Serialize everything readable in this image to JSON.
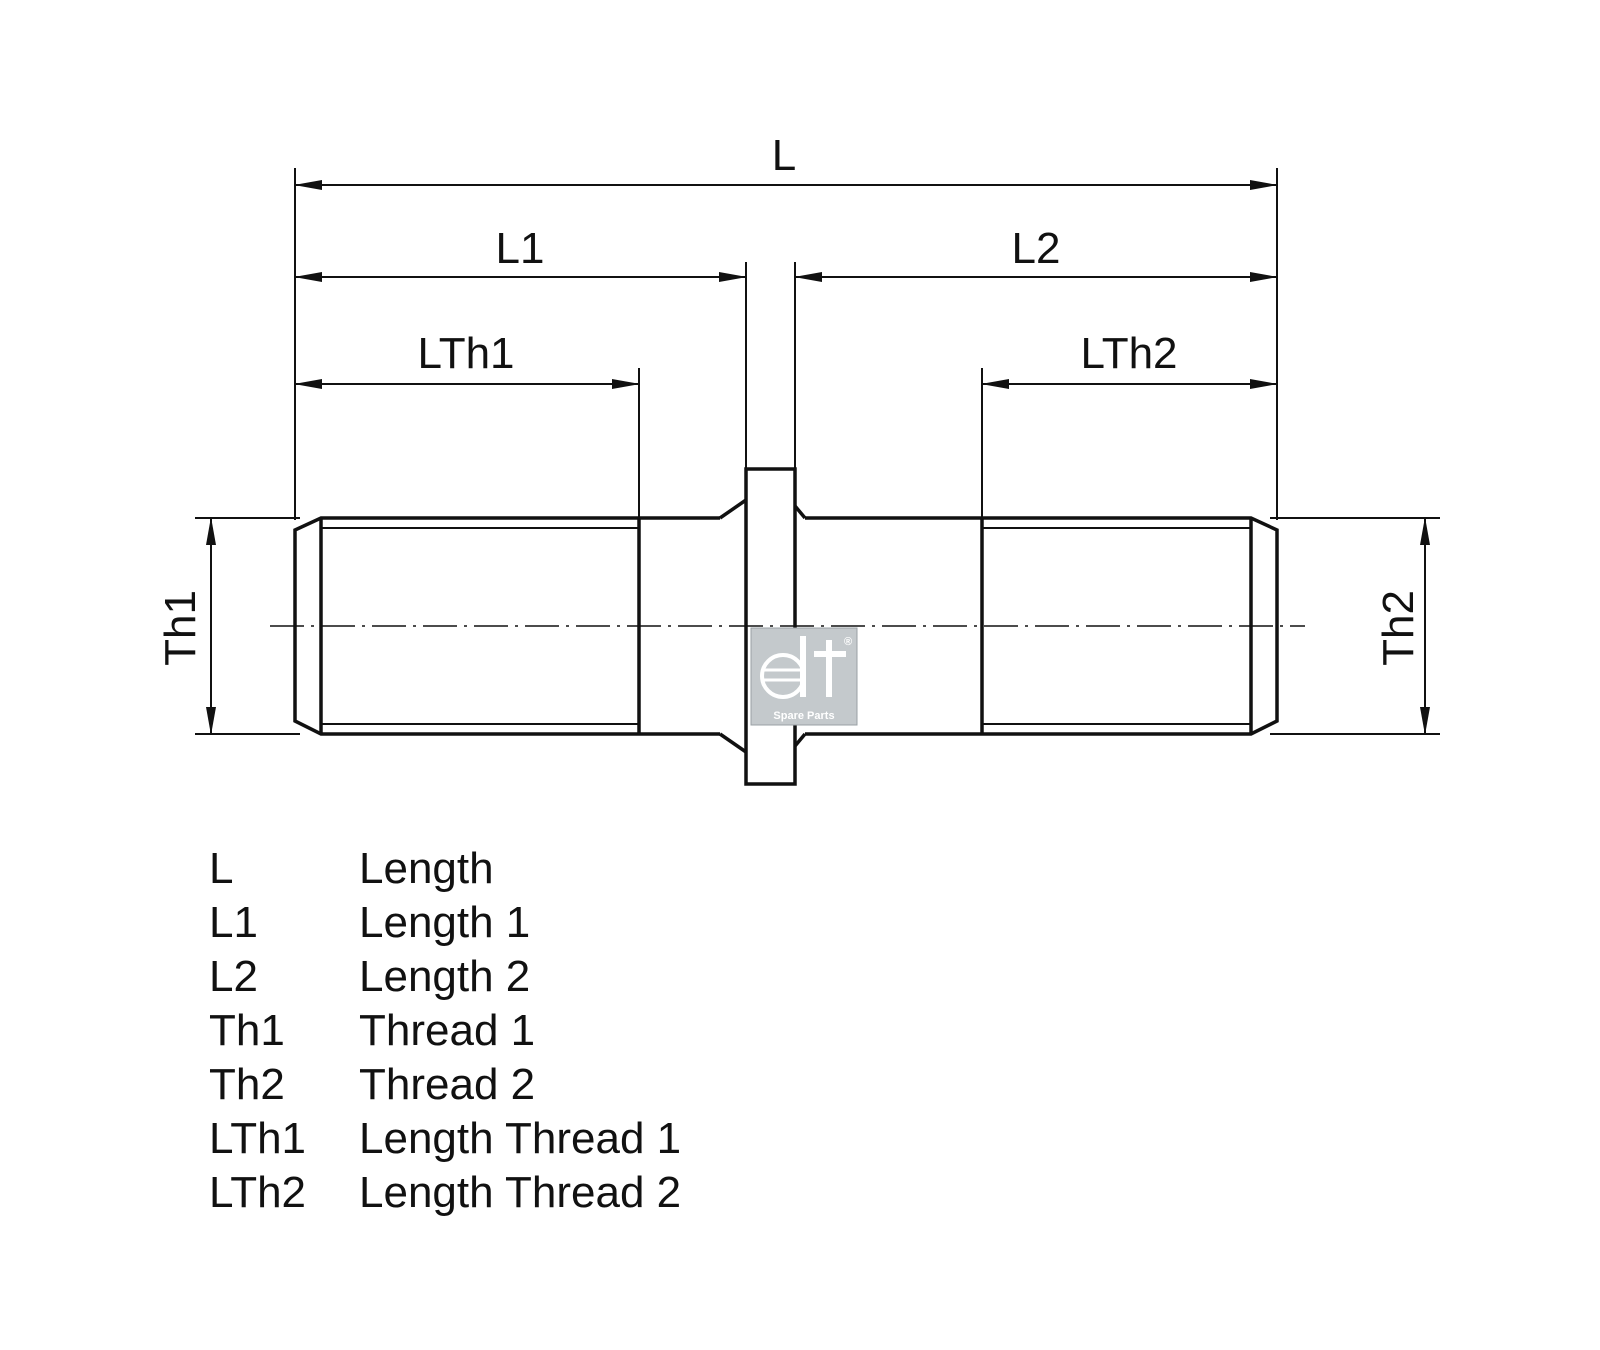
{
  "dimensions": {
    "L": "L",
    "L1": "L1",
    "L2": "L2",
    "LTh1": "LTh1",
    "LTh2": "LTh2",
    "Th1": "Th1",
    "Th2": "Th2"
  },
  "logo": {
    "mark": "dt",
    "caption": "Spare Parts",
    "registered": "®"
  },
  "legend": {
    "items": [
      {
        "symbol": "L",
        "meaning": "Length"
      },
      {
        "symbol": "L1",
        "meaning": "Length 1"
      },
      {
        "symbol": "L2",
        "meaning": "Length 2"
      },
      {
        "symbol": "Th1",
        "meaning": "Thread 1"
      },
      {
        "symbol": "Th2",
        "meaning": "Thread 2"
      },
      {
        "symbol": "LTh1",
        "meaning": "Length Thread 1"
      },
      {
        "symbol": "LTh2",
        "meaning": "Length Thread 2"
      }
    ]
  },
  "colors": {
    "line": "#111111",
    "logo_fill": "#c4c9cc",
    "background": "#ffffff"
  }
}
